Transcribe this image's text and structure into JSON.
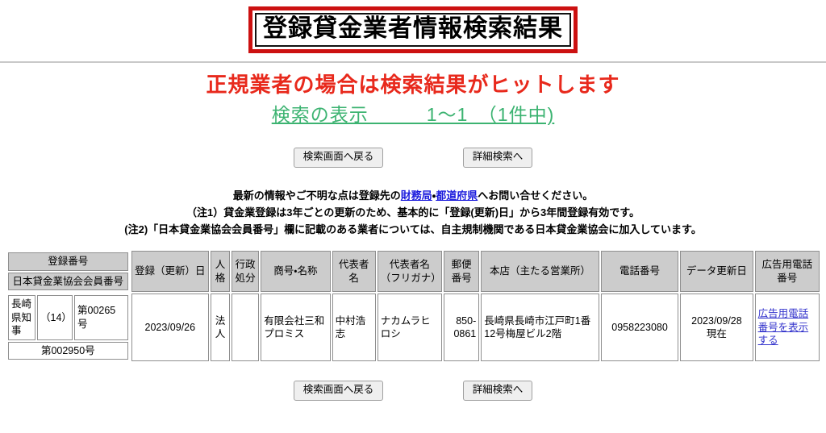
{
  "page": {
    "title": "登録貸金業者情報検索結果",
    "subtitle": "正規業者の場合は検索結果がヒットします",
    "count_label": "検索の表示　　　1～1　（1件中)"
  },
  "buttons": {
    "back_to_search": "検索画面へ戻る",
    "detailed_search": "詳細検索へ"
  },
  "notes": {
    "line1_before": "最新の情報やご不明な点は登録先の",
    "link_finance_bureau": "財務局",
    "line1_middle": "・",
    "link_prefecture": "都道府県",
    "line1_after": "へお問い合せください。",
    "line2": "（注1）貸金業登録は3年ごとの更新のため、基本的に「登録(更新)日」から3年間登録有効です。",
    "line3": "(注2)「日本貸金業協会会員番号」欄に記載のある業者については、自主規制機関である日本貸金業協会に加入しています。"
  },
  "table": {
    "headers": {
      "registration_number": "登録番号",
      "association_member_number": "日本貸金業協会会員番号",
      "registration_date": "登録（更新）日",
      "personality": "人格",
      "administrative_disposition": "行政処分",
      "trade_name": "商号・名称",
      "representative_name": "代表者名",
      "representative_kana": "代表者名（フリガナ）",
      "postal_code": "郵便番号",
      "head_office": "本店（主たる営業所）",
      "phone_number": "電話番号",
      "data_update_date": "データ更新日",
      "ad_phone_number": "広告用電話番号"
    },
    "rows": [
      {
        "reg_authority": "長崎県知事",
        "reg_renewal_count": "（14）",
        "reg_serial": "第00265号",
        "association_member_number": "第002950号",
        "registration_date": "2023/09/26",
        "personality": "法人",
        "administrative_disposition": "",
        "trade_name": "有限会社三和プロミス",
        "representative_name": "中村浩志",
        "representative_kana": "ナカムラヒロシ",
        "postal_code_1": "850-",
        "postal_code_2": "0861",
        "head_office": "長崎県長崎市江戸町1番12号梅屋ビル2階",
        "phone_number": "0958223080",
        "data_update_date_1": "2023/09/28",
        "data_update_date_2": "現在",
        "ad_phone_link": "広告用電話番号を表示する"
      }
    ]
  },
  "colors": {
    "title_border": "#cc1111",
    "subtitle": "#e8291c",
    "count_link": "#3cb371",
    "note_link": "#1b1bdd",
    "cell_link": "#3333cc",
    "header_bg": "#cccccc"
  }
}
